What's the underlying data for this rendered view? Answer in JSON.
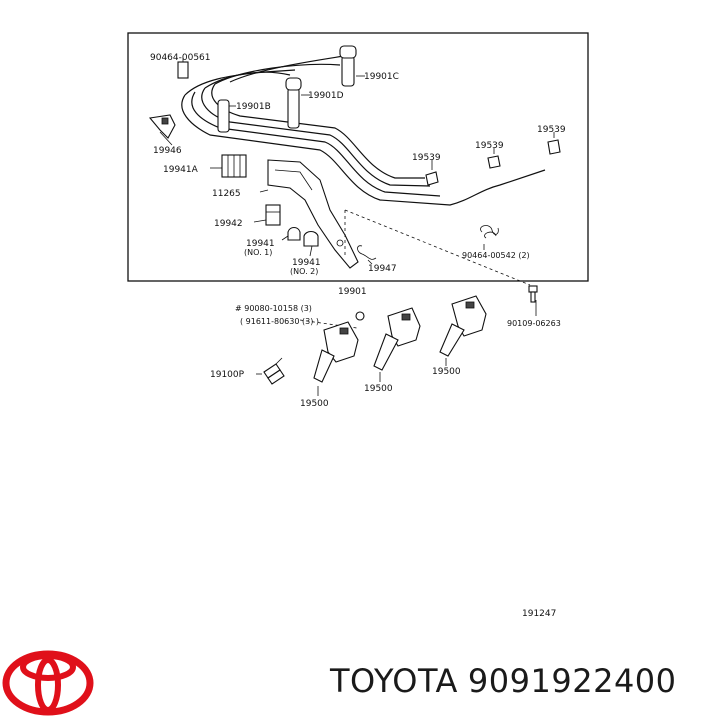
{
  "diagram": {
    "labels": {
      "p9046400561": "90464-00561",
      "p19901C": "19901C",
      "p19901D": "19901D",
      "p19901B": "19901B",
      "p19946": "19946",
      "p19941A": "19941A",
      "p11265": "11265",
      "p19539a": "19539",
      "p19539b": "19539",
      "p19539c": "19539",
      "p19942": "19942",
      "p19941no1": "19941",
      "no1": "(NO. 1)",
      "p19941no2": "19941",
      "no2": "(NO. 2)",
      "p19947": "19947",
      "p9046400542": "90464-00542 (2)",
      "p19901": "19901",
      "p9010906263": "90109-06263",
      "p9008010158": "# 90080-10158 (3)",
      "p9161180630": "( 91611-80630 (3) )",
      "p19100P": "19100P",
      "p19500a": "19500",
      "p19500b": "19500",
      "p19500c": "19500",
      "ref": "191247"
    }
  },
  "footer": {
    "brand": "TOYOTA",
    "part_number": "9091922400"
  },
  "colors": {
    "logo": "#e0101a",
    "text": "#1a1a1a"
  }
}
